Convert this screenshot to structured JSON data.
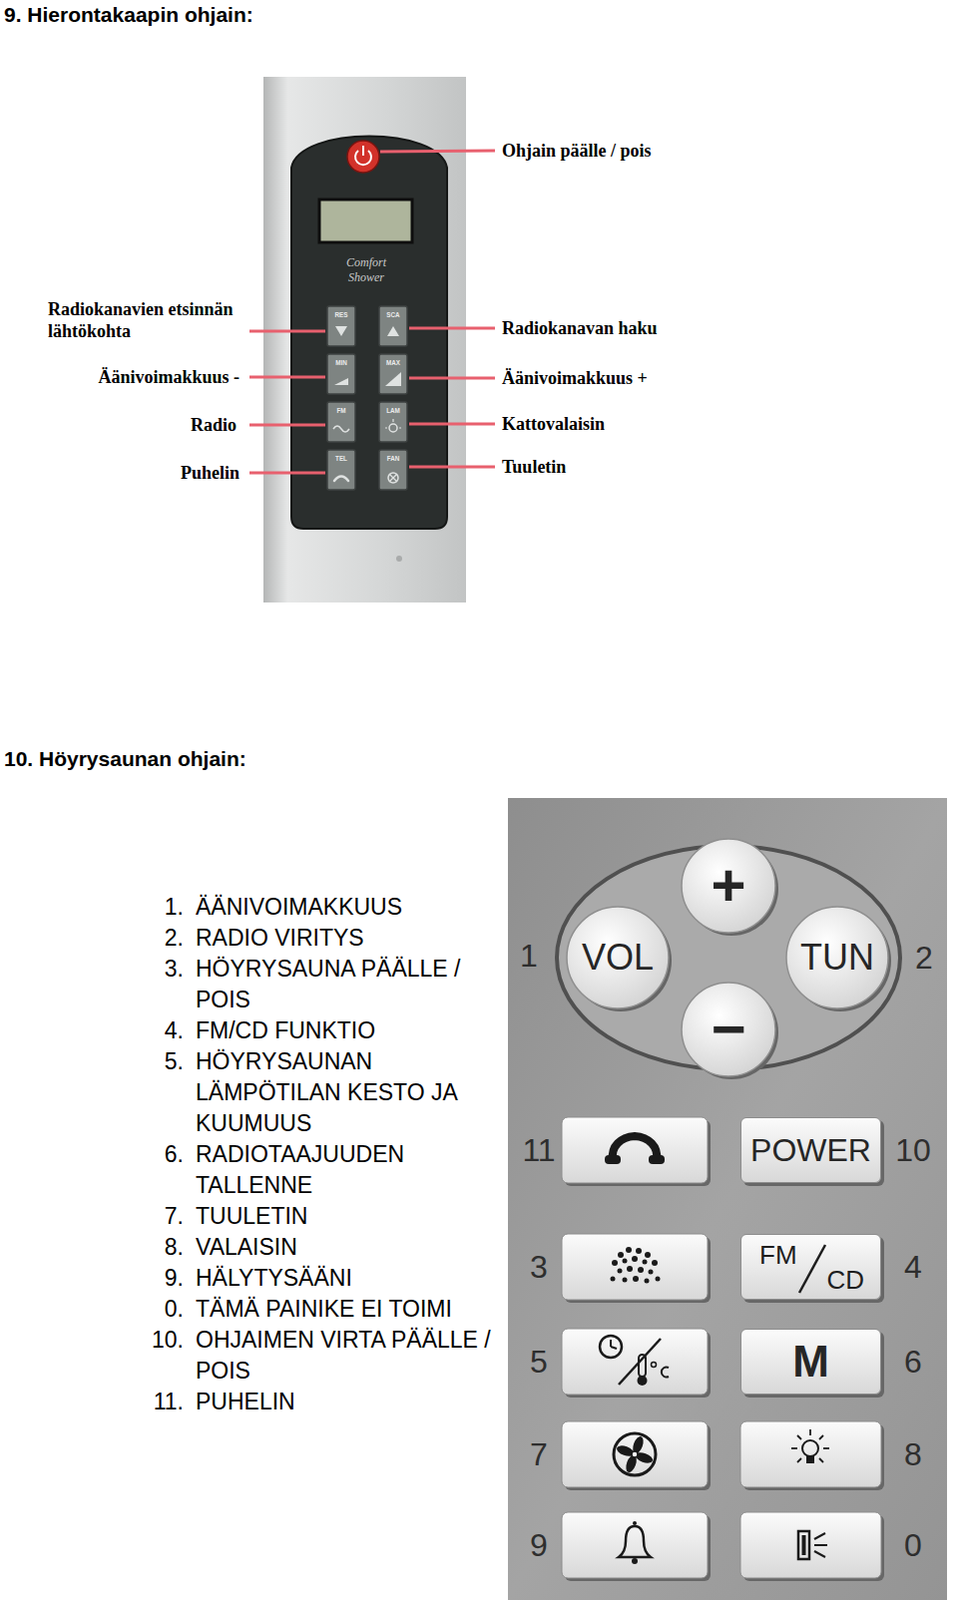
{
  "diagram": {
    "nodes": [
      {
        "text": [
          "RES"
        ]
      },
      {
        "text": [
          "SCA"
        ]
      },
      {
        "text": [
          "MIN"
        ]
      },
      {
        "text": [
          "MAX"
        ]
      },
      {
        "text": [
          "FM"
        ]
      },
      {
        "text": [
          "LAM"
        ]
      },
      {
        "text": [
          "TEL"
        ]
      },
      {
        "text": [
          "FAN"
        ]
      },
      {
        "text": [
          "+"
        ]
      },
      {
        "text": [
          "VOL"
        ]
      },
      {
        "text": [
          "TUN"
        ]
      },
      {
        "text": [
          "−"
        ]
      },
      {
        "text": [
          "POWER"
        ]
      },
      {
        "text": [
          "FM",
          "CD"
        ]
      },
      {
        "text": [
          "M"
        ]
      }
    ],
    "labels": [
      "9. Hierontakaapin ohjain:",
      "Ohjain päälle / pois",
      "Comfort Shower",
      "Radiokanavien etsinnän lähtökohta",
      "Radiokanavan haku",
      "Äänivoimakkuus -",
      "Äänivoimakkuus +",
      "Radio",
      "Kattovalaisin",
      "Puhelin",
      "Tuuletin",
      "10. Höyrysaunan ohjain:",
      "1.",
      "ÄÄNIVOIMAKKUUS",
      "2.",
      "RADIO VIRITYS",
      "3.",
      "HÖYRYSAUNA PÄÄLLE / POIS",
      "4.",
      "FM/CD FUNKTIO",
      "5.",
      "HÖYRYSAUNAN LÄMPÖTILAN KESTO JA KUUMUUS",
      "6.",
      "RADIOTAAJUUDEN TALLENNE",
      "7.",
      "TUULETIN",
      "8.",
      "VALAISIN",
      "9.",
      "HÄLYTYSÄÄNI",
      "0.",
      "TÄMÄ PAINIKE EI TOIMI",
      "10.",
      "OHJAIMEN VIRTA PÄÄLLE / POIS",
      "11.",
      "PUHELIN",
      "1",
      "2",
      "11",
      "10",
      "3",
      "4",
      "5",
      "6",
      "7",
      "8",
      "9",
      "0"
    ]
  }
}
